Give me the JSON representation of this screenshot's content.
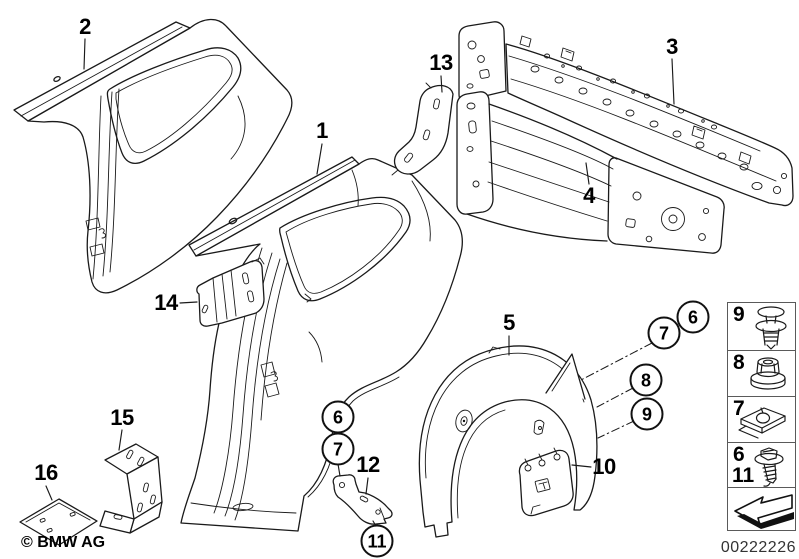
{
  "colors": {
    "line": "#1a1a1a",
    "background": "#ffffff",
    "legend_border": "#5a5a5a"
  },
  "footer": {
    "copyright": "© BMW AG",
    "part_number": "00222226"
  },
  "callouts": {
    "plain": [
      {
        "id": "1"
      },
      {
        "id": "2"
      },
      {
        "id": "3"
      },
      {
        "id": "4"
      },
      {
        "id": "5"
      },
      {
        "id": "10"
      },
      {
        "id": "12"
      },
      {
        "id": "13"
      },
      {
        "id": "14"
      },
      {
        "id": "15"
      },
      {
        "id": "16"
      }
    ],
    "circled": [
      {
        "id": "6"
      },
      {
        "id": "7"
      },
      {
        "id": "8"
      },
      {
        "id": "9"
      },
      {
        "id": "6"
      },
      {
        "id": "7"
      },
      {
        "id": "11"
      }
    ]
  },
  "legend": {
    "cells": [
      {
        "ids": [
          "9"
        ],
        "icon": "expanding-rivet-icon"
      },
      {
        "ids": [
          "8"
        ],
        "icon": "plastic-nut-icon"
      },
      {
        "ids": [
          "7"
        ],
        "icon": "sheet-metal-clip-nut-icon"
      },
      {
        "ids": [
          "6",
          "11"
        ],
        "icon": "flanged-hex-screw-icon"
      },
      {
        "ids": [],
        "icon": "installation-direction-arrow-icon"
      }
    ]
  }
}
